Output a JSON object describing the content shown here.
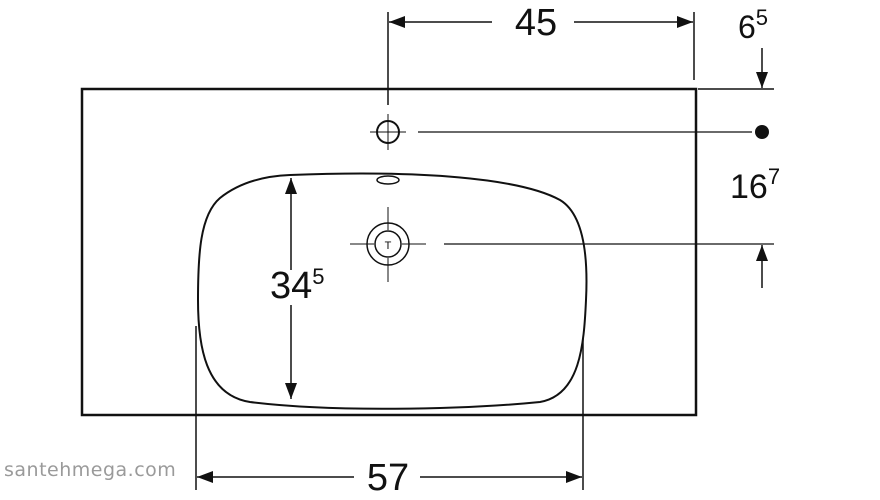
{
  "dimensions": {
    "top_width": {
      "main": "45",
      "sup": ""
    },
    "right_offset": {
      "main": "6",
      "sup": "5"
    },
    "right_depth": {
      "main": "16",
      "sup": "7"
    },
    "basin_depth": {
      "main": "34",
      "sup": "5"
    },
    "basin_width": {
      "main": "57",
      "sup": ""
    }
  },
  "watermark": "santehmega.com",
  "colors": {
    "line": "#111111",
    "watermark": "#9a9a9a",
    "background": "#ffffff"
  }
}
